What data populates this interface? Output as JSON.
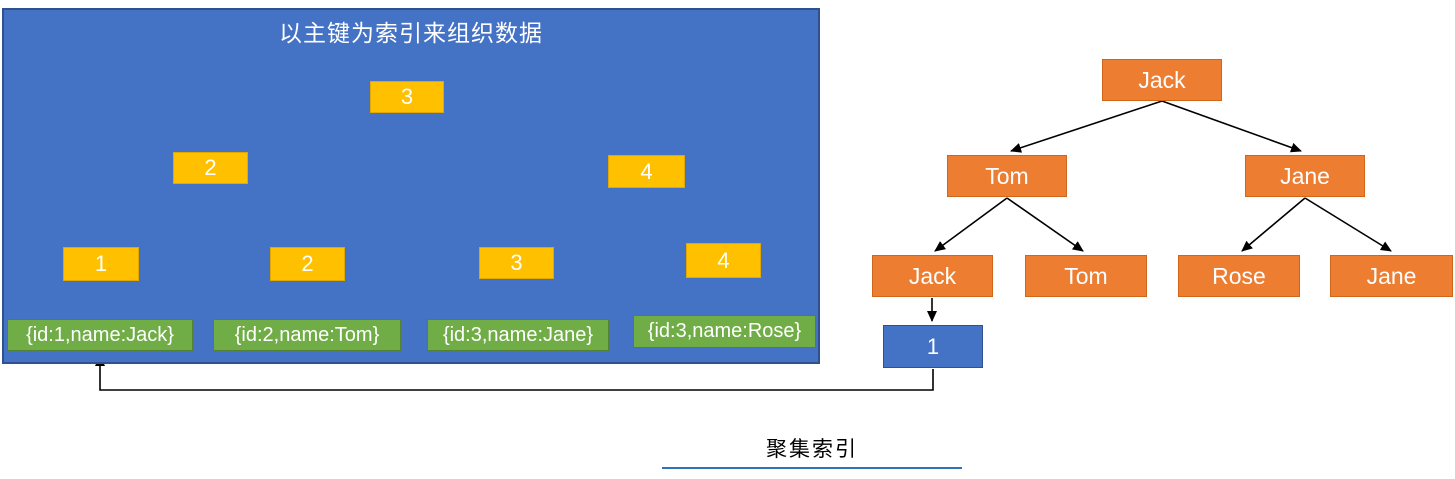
{
  "left_panel": {
    "title": "以主键为索引来组织数据",
    "index_nodes": {
      "root": "3",
      "l2_left": "2",
      "l2_right": "4",
      "l3_1": "1",
      "l3_2": "2",
      "l3_3": "3",
      "l3_4": "4"
    },
    "data_rows": {
      "row1": "{id:1,name:Jack}",
      "row2": "{id:2,name:Tom}",
      "row3": "{id:3,name:Jane}",
      "row4": "{id:3,name:Rose}"
    }
  },
  "right_tree": {
    "root": "Jack",
    "l2_left": "Tom",
    "l2_right": "Jane",
    "l3_1": "Jack",
    "l3_2": "Tom",
    "l3_3": "Rose",
    "l3_4": "Jane",
    "pointer": "1"
  },
  "caption": "聚集索引",
  "colors": {
    "panel_blue": "#4472C4",
    "panel_border": "#2F528F",
    "index_node_yellow": "#FFC000",
    "data_row_green": "#70AD47",
    "name_node_orange": "#ED7D31",
    "pointer_node_blue": "#4472C4",
    "caption_underline_blue": "#2E75B6",
    "edge_color": "#000000"
  }
}
